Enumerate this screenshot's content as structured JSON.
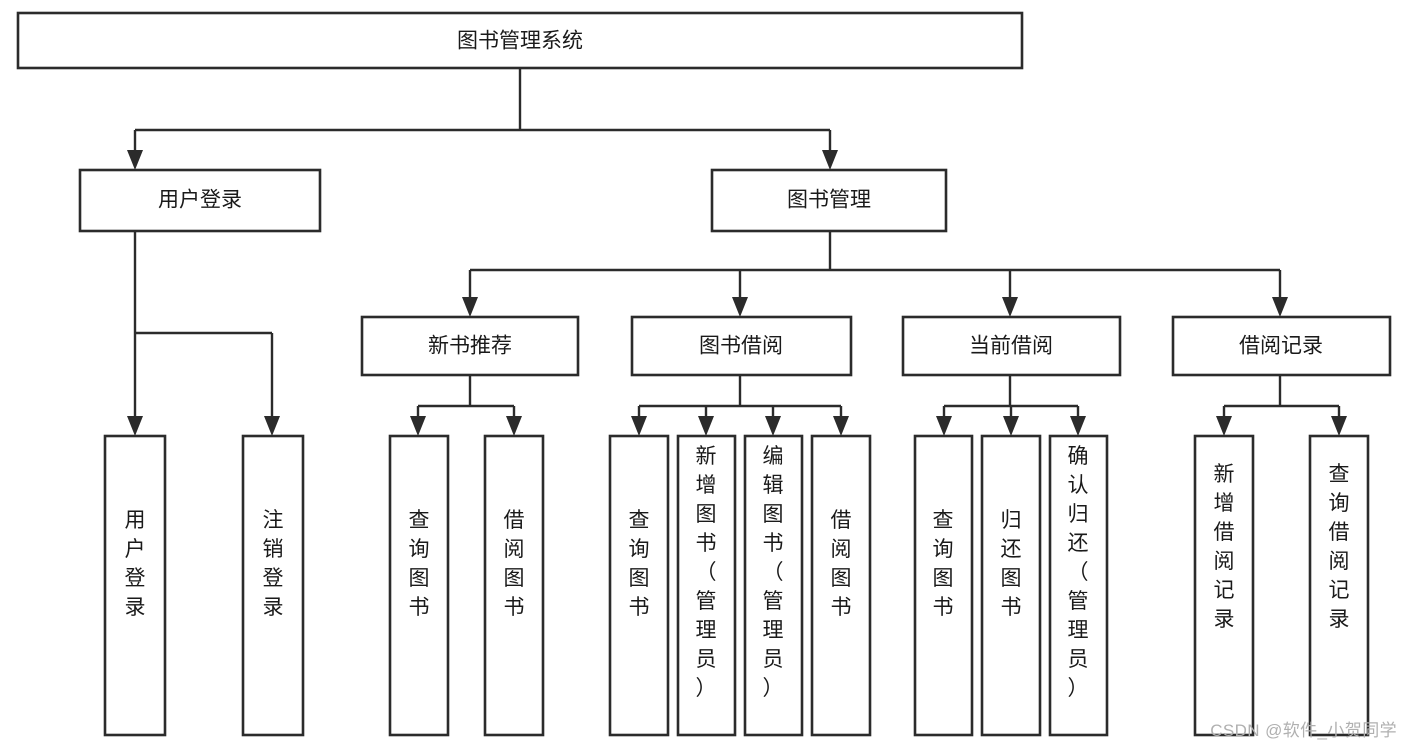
{
  "diagram": {
    "type": "tree",
    "title": "图书管理系统",
    "orientation": "top-down",
    "background_color": "#ffffff",
    "line_color": "#2b2b2b",
    "text_color": "#1a1a1a",
    "levels": [
      {
        "level": 1,
        "nodes": [
          {
            "id": "root",
            "label": "图书管理系统",
            "text_orientation": "horizontal"
          }
        ]
      },
      {
        "level": 2,
        "nodes": [
          {
            "id": "login",
            "label": "用户登录",
            "parent": "root",
            "text_orientation": "horizontal"
          },
          {
            "id": "bookmgmt",
            "label": "图书管理",
            "parent": "root",
            "text_orientation": "horizontal"
          }
        ]
      },
      {
        "level": 3,
        "nodes": [
          {
            "id": "newbook",
            "label": "新书推荐",
            "parent": "bookmgmt",
            "text_orientation": "horizontal"
          },
          {
            "id": "borrow",
            "label": "图书借阅",
            "parent": "bookmgmt",
            "text_orientation": "horizontal"
          },
          {
            "id": "current",
            "label": "当前借阅",
            "parent": "bookmgmt",
            "text_orientation": "horizontal"
          },
          {
            "id": "records",
            "label": "借阅记录",
            "parent": "bookmgmt",
            "text_orientation": "horizontal"
          }
        ]
      },
      {
        "level": 4,
        "nodes": [
          {
            "id": "leaf-1",
            "label": "用户登录",
            "parent": "login",
            "text_orientation": "vertical"
          },
          {
            "id": "leaf-2",
            "label": "注销登录",
            "parent": "login",
            "text_orientation": "vertical"
          },
          {
            "id": "leaf-3",
            "label": "查询图书",
            "parent": "newbook",
            "text_orientation": "vertical"
          },
          {
            "id": "leaf-4",
            "label": "借阅图书",
            "parent": "newbook",
            "text_orientation": "vertical"
          },
          {
            "id": "leaf-5",
            "label": "查询图书",
            "parent": "borrow",
            "text_orientation": "vertical"
          },
          {
            "id": "leaf-6",
            "label": "新增图书（管理员）",
            "parent": "borrow",
            "text_orientation": "vertical"
          },
          {
            "id": "leaf-7",
            "label": "编辑图书（管理员）",
            "parent": "borrow",
            "text_orientation": "vertical"
          },
          {
            "id": "leaf-8",
            "label": "借阅图书",
            "parent": "borrow",
            "text_orientation": "vertical"
          },
          {
            "id": "leaf-9",
            "label": "查询图书",
            "parent": "current",
            "text_orientation": "vertical"
          },
          {
            "id": "leaf-10",
            "label": "归还图书",
            "parent": "current",
            "text_orientation": "vertical"
          },
          {
            "id": "leaf-11",
            "label": "确认归还（管理员）",
            "parent": "current",
            "text_orientation": "vertical"
          },
          {
            "id": "leaf-12",
            "label": "新增借阅记录",
            "parent": "records",
            "text_orientation": "vertical"
          },
          {
            "id": "leaf-13",
            "label": "查询借阅记录",
            "parent": "records",
            "text_orientation": "vertical"
          }
        ]
      }
    ]
  },
  "watermark": {
    "text": "CSDN @软件_小贺同学"
  }
}
